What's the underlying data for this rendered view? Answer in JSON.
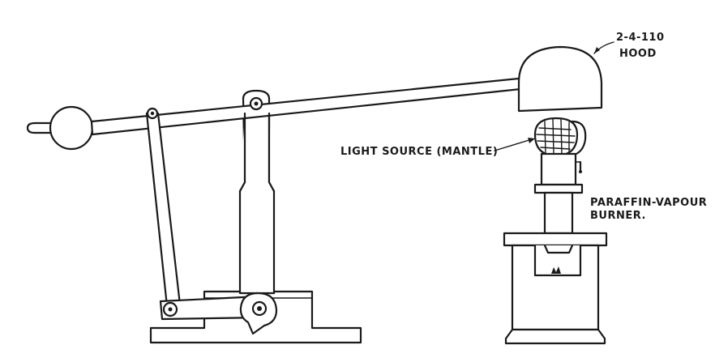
{
  "labels": {
    "hood_number": "2-4-110",
    "hood": "HOOD",
    "light_source": "LIGHT SOURCE (MANTLE)",
    "burner_line1": "PARAFFIN-VAPOUR",
    "burner_line2": "BURNER."
  }
}
